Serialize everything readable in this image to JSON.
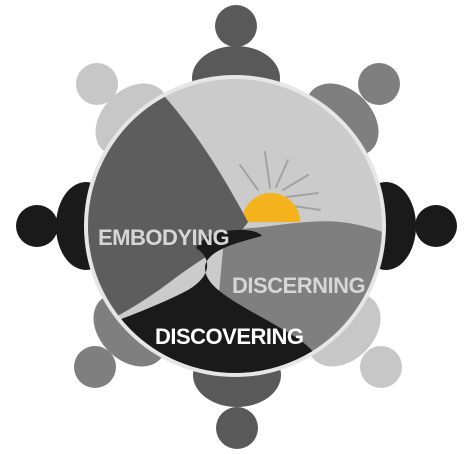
{
  "labels": {
    "embodying": "EMBODYING",
    "discerning": "DISCERNING",
    "discovering": "DISCOVERING"
  },
  "colors": {
    "person_dark": "#595959",
    "person_mid": "#7f7f7f",
    "person_light": "#c7c7c7",
    "person_black": "#1a1a1a",
    "circle_outline": "#e6e6e6",
    "sky": "#cbcbcb",
    "left_hill": "#5d5d5d",
    "right_hill": "#7f7f7f",
    "road": "#1a1a1a",
    "sun": "#f4b21c",
    "sun_rays": "#a3a3a3",
    "text_light": "#d6d6d6",
    "text_white": "#ffffff"
  },
  "icons": {
    "people": "person-around-table-icon",
    "sun": "sun-icon"
  }
}
